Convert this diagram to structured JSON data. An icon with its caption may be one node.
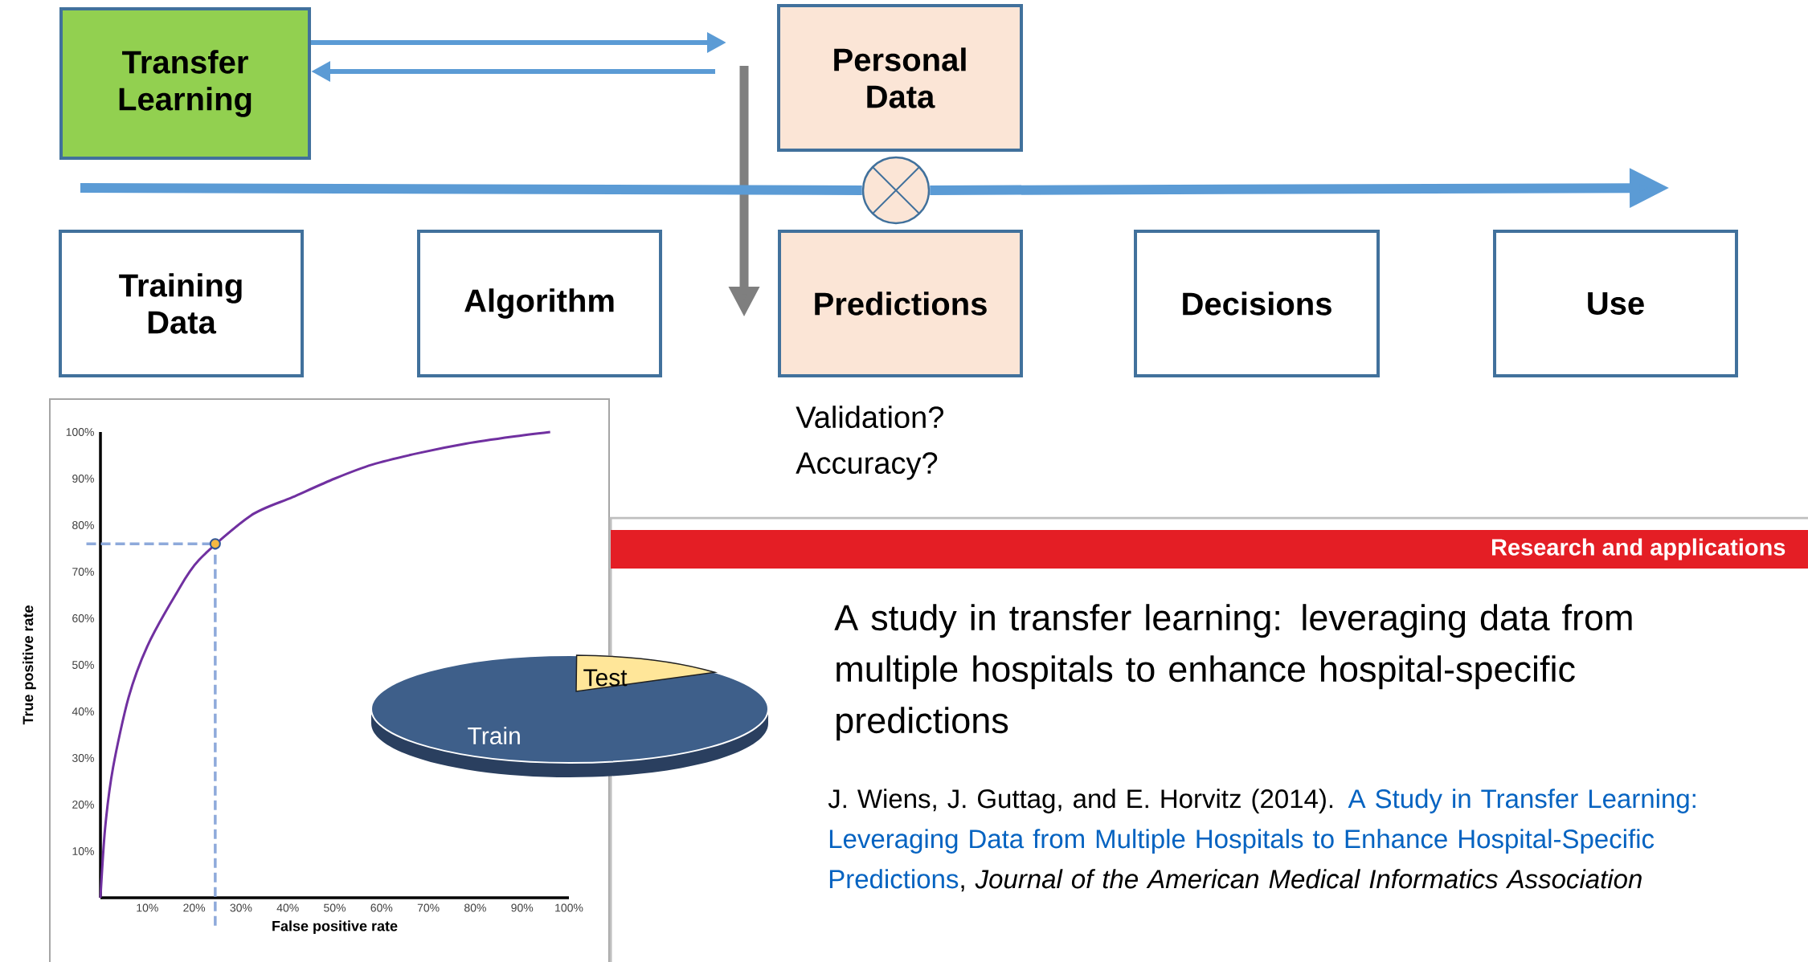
{
  "diagram": {
    "nodes": [
      {
        "text": [
          "Transfer Learning"
        ]
      },
      {
        "text": [
          "Personal Data"
        ]
      },
      {
        "text": [
          "Training Data"
        ]
      },
      {
        "text": [
          "Algorithm"
        ]
      },
      {
        "text": [
          "Predictions"
        ],
        "beside": [
          "Validation?",
          "Accuracy?"
        ]
      },
      {
        "text": [
          "Decisions"
        ]
      },
      {
        "text": [
          "Use"
        ]
      },
      {
        "text": [],
        "shape": "circle"
      }
    ],
    "edges": [
      {
        "from": null,
        "to": 7,
        "arrow": "none",
        "style": "thick"
      },
      {
        "from": 7,
        "to": null,
        "arrow": "to",
        "style": "thick"
      },
      {
        "from": 0,
        "to": null,
        "arrow": "to"
      },
      {
        "from": null,
        "to": 0,
        "arrow": "to"
      }
    ],
    "labels": [
      "Research and applications",
      "A study in transfer learning: leveraging data from multiple hospitals to enhance hospital-specific predictions",
      "J. Wiens, J. Guttag, and E. Horvitz (2014).",
      "A Study in Transfer Learning: Leveraging Data from Multiple Hospitals to Enhance Hospital-Specific Predictions",
      ", *Journal of the American Medical Informatics Association*",
      "Train",
      "Test"
    ],
    "chart_data": {
      "type": "line",
      "xlabel": "False positive rate",
      "ylabel": "True positive rate",
      "x": [
        0,
        1,
        2.7,
        6,
        10,
        16,
        21,
        32,
        41,
        50,
        58,
        68,
        78,
        88,
        96
      ],
      "series": [
        {
          "color": "#7030a0",
          "values": [
            0,
            15,
            28,
            43,
            54,
            65,
            72.5,
            82,
            86,
            90,
            93,
            95.5,
            97.5,
            99,
            100
          ]
        }
      ],
      "ref_lines": [
        {
          "axis": "x",
          "value": 24.5,
          "color": "#8eaadb"
        },
        {
          "axis": "y",
          "value": 76,
          "color": "#8eaadb"
        }
      ],
      "xlim": [
        0,
        100
      ],
      "ylim": [
        0,
        100
      ],
      "xticks": [
        {
          "value": 10,
          "label": "10%"
        },
        {
          "value": 20,
          "label": "20%"
        },
        {
          "value": 30,
          "label": "30%"
        },
        {
          "value": 40,
          "label": "40%"
        },
        {
          "value": 50,
          "label": "50%"
        },
        {
          "value": 60,
          "label": "60%"
        },
        {
          "value": 70,
          "label": "70%"
        },
        {
          "value": 80,
          "label": "80%"
        },
        {
          "value": 90,
          "label": "90%"
        },
        {
          "value": 100,
          "label": "100%"
        }
      ],
      "yticks": [
        {
          "value": 10,
          "label": "10%"
        },
        {
          "value": 20,
          "label": "20%"
        },
        {
          "value": 30,
          "label": "30%"
        },
        {
          "value": 40,
          "label": "40%"
        },
        {
          "value": 50,
          "label": "50%"
        },
        {
          "value": 60,
          "label": "60%"
        },
        {
          "value": 70,
          "label": "70%"
        },
        {
          "value": 80,
          "label": "80%"
        },
        {
          "value": 90,
          "label": "90%"
        },
        {
          "value": 100,
          "label": "100%"
        }
      ]
    }
  }
}
